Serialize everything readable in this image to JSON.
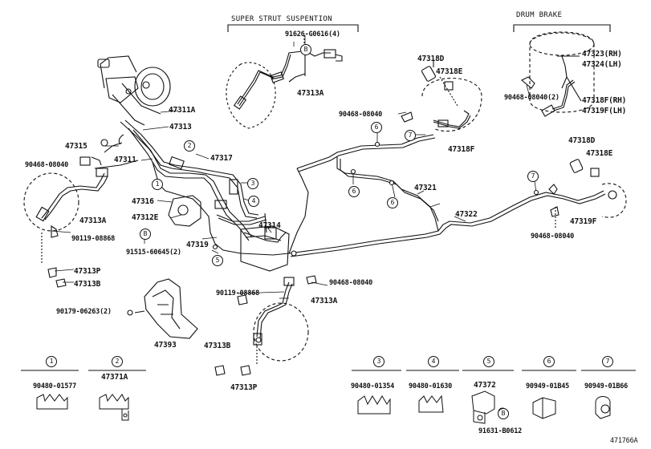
{
  "diagram_ref": "471766A",
  "headers": {
    "super_strut": "SUPER STRUT SUSPENTION",
    "drum_brake": "DRUM BRAKE"
  },
  "labels": {
    "p91626": "91626-G0616(4)",
    "p47313A_top": "47313A",
    "p47318D_top": "47318D",
    "p47318E_top": "47318E",
    "p90468_mid": "90468-08040",
    "p47318F": "47318F",
    "p47323": "47323(RH)",
    "p47324": "47324(LH)",
    "p90468_drum": "90468-08040(2)",
    "p47318F_rh": "47318F(RH)",
    "p47319F_lh": "47319F(LH)",
    "p47311A": "47311A",
    "p47313": "47313",
    "p47315": "47315",
    "p47311": "47311",
    "p47317": "47317",
    "p90468_left": "90468-08040",
    "p47316": "47316",
    "p47312E": "47312E",
    "p47321": "47321",
    "p47322": "47322",
    "p47318D_r": "47318D",
    "p47318E_r": "47318E",
    "p47319F": "47319F",
    "p90468_right": "90468-08040",
    "p47313A_left": "47313A",
    "p90119_left": "90119-08868",
    "p91515": "91515-60645(2)",
    "p47319": "47319",
    "p47314": "47314",
    "p47313P_left": "47313P",
    "p47313B_left": "47313B",
    "p90468_center": "90468-08040",
    "p90119_center": "90119-08868",
    "p47313A_center": "47313A",
    "p90179": "90179-06263(2)",
    "p47393": "47393",
    "p47313B_bot": "47313B",
    "p47313P_bot": "47313P"
  },
  "callouts": {
    "c1": "1",
    "c2": "2",
    "c3": "3",
    "c4": "4",
    "c5": "5",
    "c6": "6",
    "c7": "7",
    "c6b": "6",
    "c6c": "6",
    "c7b": "7",
    "c7c": "7",
    "c5b": "5",
    "bA": "B",
    "bB": "B",
    "bC": "B"
  },
  "legend": [
    {
      "num": "1",
      "part": "90480-01577"
    },
    {
      "num": "2",
      "part": "47371A"
    },
    {
      "num": "3",
      "part": "90480-01354"
    },
    {
      "num": "4",
      "part": "90480-01630"
    },
    {
      "num": "5",
      "part": "47372",
      "sub": "91631-B0612"
    },
    {
      "num": "6",
      "part": "90949-01B45"
    },
    {
      "num": "7",
      "part": "90949-01B66"
    }
  ]
}
